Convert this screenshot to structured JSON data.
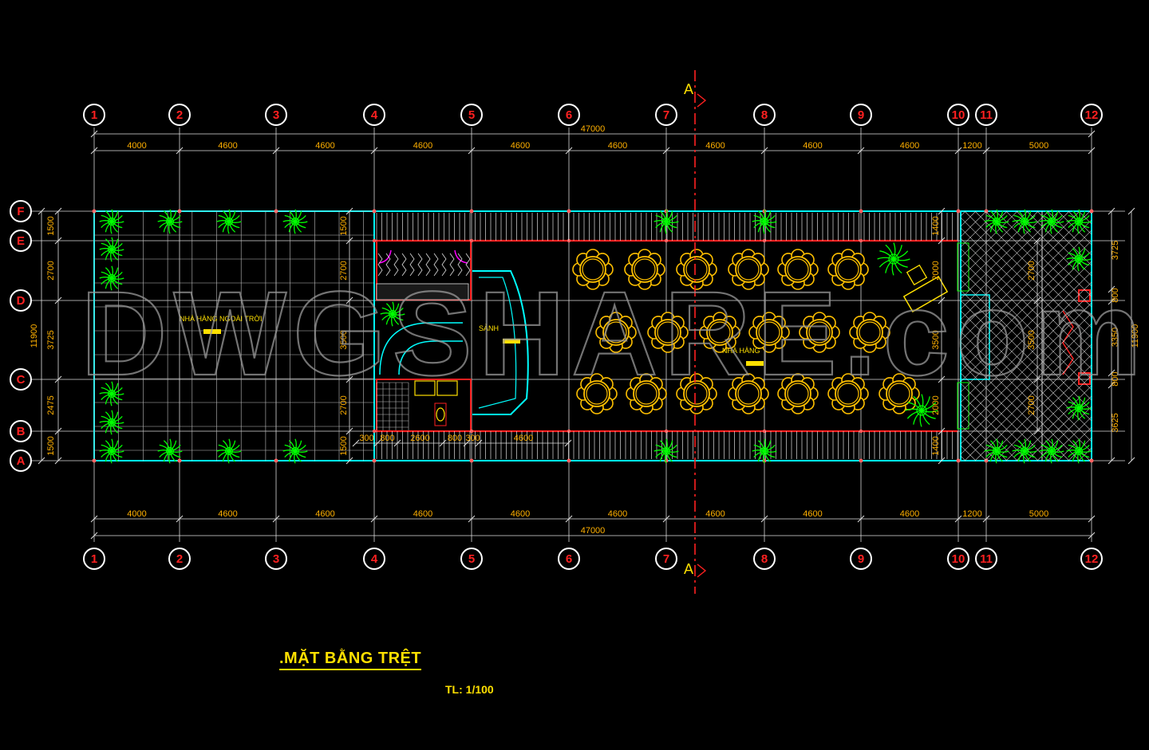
{
  "colors": {
    "background": "#000000",
    "bubble_line": "#ffffff",
    "bubble_text": "#ff2020",
    "dim_text": "#ffb000",
    "wall_cyan": "#00ffff",
    "wall_red": "#ff2020",
    "tables": "#ffc000",
    "plants": "#00ff00",
    "section_line": "#ff2020",
    "title": "#ffe000"
  },
  "grid_columns": [
    "1",
    "2",
    "3",
    "4",
    "5",
    "6",
    "7",
    "8",
    "9",
    "10",
    "11",
    "12"
  ],
  "grid_rows": [
    "F",
    "E",
    "D",
    "C",
    "B",
    "A"
  ],
  "top_total": "47000",
  "bottom_total": "47000",
  "column_spacings": [
    "4000",
    "4600",
    "4600",
    "4600",
    "4600",
    "4600",
    "4600",
    "4600",
    "4600",
    "1200",
    "5000"
  ],
  "left_total": "11900",
  "left_spacings": [
    "1500",
    "2700",
    "3725",
    "2475",
    "1500"
  ],
  "right_total": "11900",
  "right_spacings": [
    "3725",
    "800",
    "3350",
    "800",
    "3625"
  ],
  "stair_dims": [
    "300",
    "800",
    "2600",
    "800",
    "300",
    "4600"
  ],
  "inner_dims_left": [
    "1500",
    "2700",
    "3500",
    "2700",
    "1500"
  ],
  "inner_dims_mid": [
    "1400",
    "2000",
    "3500",
    "2000",
    "1400"
  ],
  "inner_dims_right": [
    "2700",
    "3500",
    "2700"
  ],
  "section_mark": "A",
  "labels": {
    "outdoor_restaurant": "NHÀ HÀNG NGOÀI TRỜI",
    "restaurant": "NHÀ HÀNG",
    "lobby": "SẢNH"
  },
  "watermark": "DWGSHARE.com",
  "title": ".MẶT BẰNG TRỆT",
  "scale": "TL: 1/100"
}
